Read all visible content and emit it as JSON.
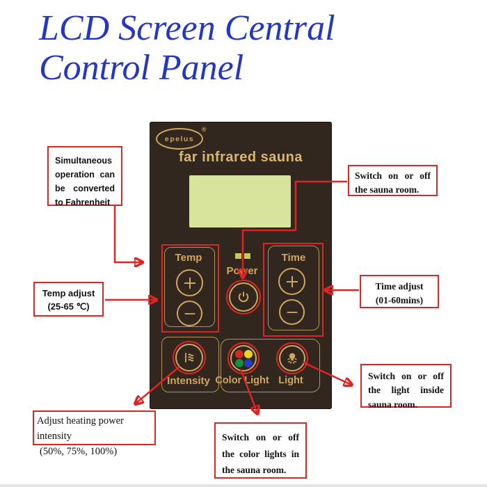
{
  "title": "LCD Screen Central Control Panel",
  "panel": {
    "brand": "epelus",
    "brand_reg": "®",
    "product_name": "far infrared sauna",
    "temp_label": "Temp",
    "power_label": "Power",
    "time_label": "Time",
    "intensity_label": "Intensity",
    "color_light_label": "Color Light",
    "light_label": "Light"
  },
  "callouts": {
    "fahrenheit": "Simultaneous operation can be converted to Fahrenheit",
    "temp_adjust_title": "Temp adjust",
    "temp_adjust_range": "(25-65 ℃)",
    "power_switch": "Switch on or off the sauna room.",
    "time_adjust_title": "Time adjust",
    "time_adjust_range": "(01-60mins)",
    "light_switch": "Switch on or off the light inside sauna room.",
    "intensity_adjust_title": "Adjust heating power intensity",
    "intensity_adjust_range": "(50%, 75%, 100%)",
    "color_light_switch": "Switch on or off the color lights in the sauna room."
  },
  "icons": {
    "power": "power-symbol",
    "intensity": "heating-element-waves",
    "color_light": "four-color-dots",
    "light": "bulb-with-rays",
    "leds": "two-led-indicators"
  },
  "colors": {
    "accent_red": "#e02424",
    "title_blue": "#2337c3",
    "panel_bg": "#31271f",
    "panel_gold": "#cfa75e",
    "lcd_green": "#d8e49b",
    "led_green": "#c6ca5e",
    "dot_red": "#cf2b24",
    "dot_yellow": "#e9d426",
    "dot_green": "#13913d",
    "dot_blue": "#2a3bc0"
  }
}
